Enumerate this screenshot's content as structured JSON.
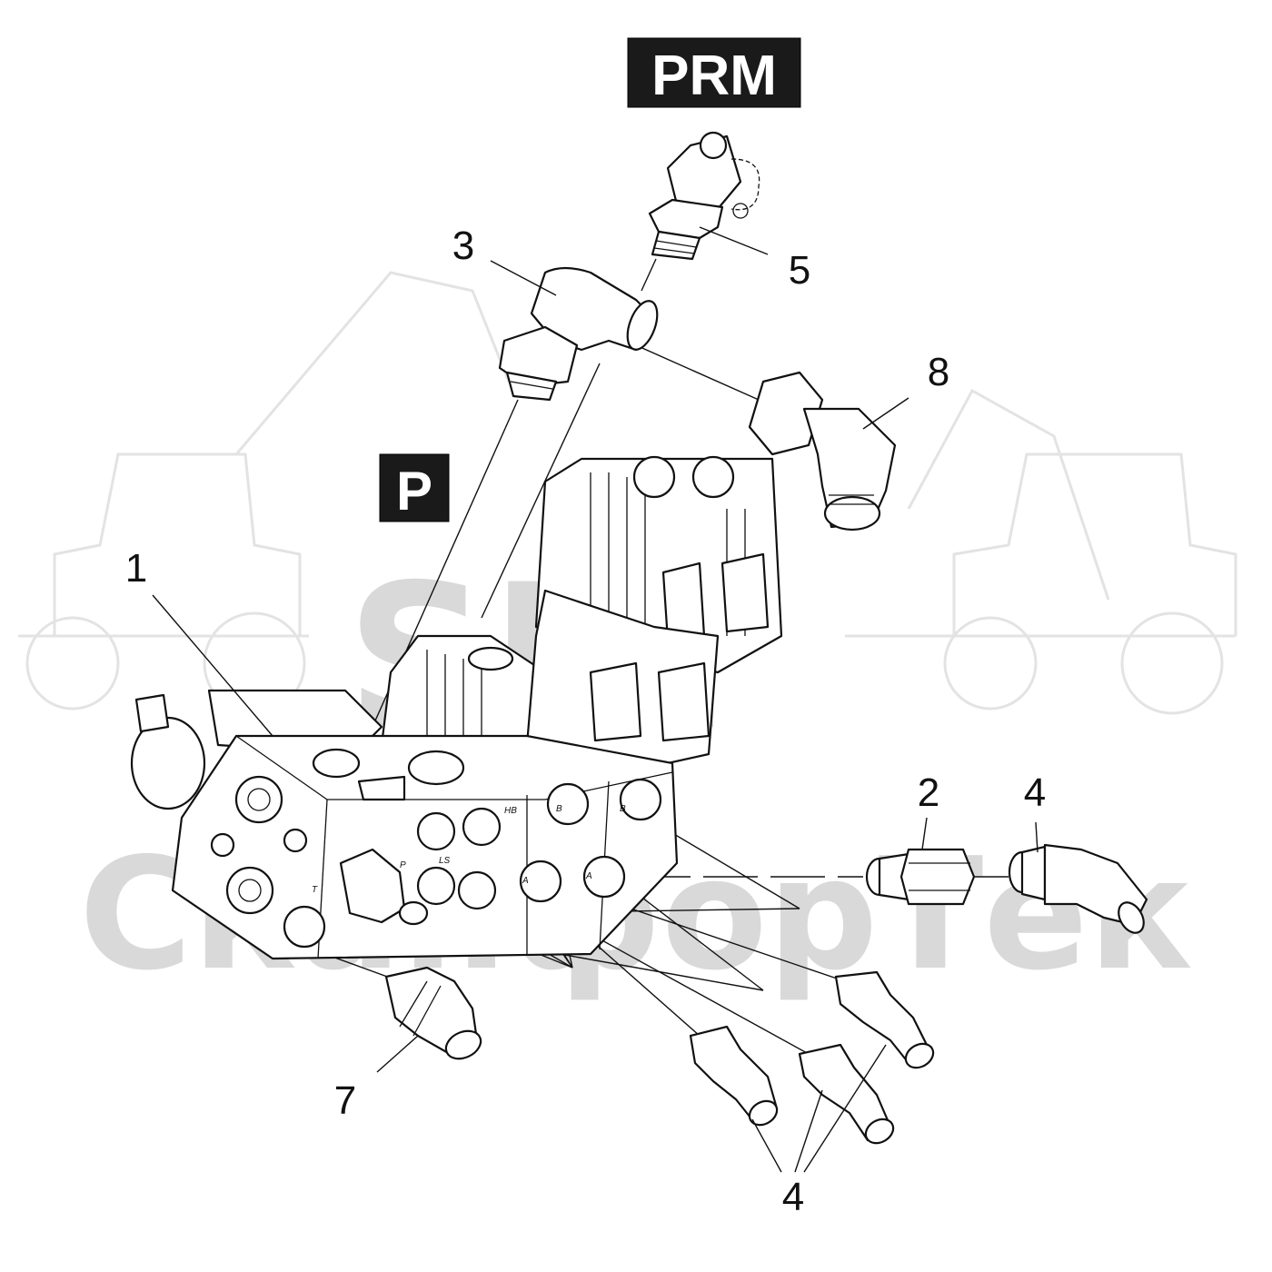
{
  "watermark": {
    "line1": "SFT",
    "line2": "СканфорТек"
  },
  "tags": {
    "prm": "PRM",
    "p": "P"
  },
  "callouts": {
    "c1": "1",
    "c2": "2",
    "c3": "3",
    "c4_top": "4",
    "c4_bottom": "4",
    "c5": "5",
    "c7": "7",
    "c8": "8"
  },
  "port_labels": {
    "t": "T",
    "p": "P",
    "ls": "LS",
    "hb": "HB",
    "b1": "B",
    "b2": "B",
    "a1": "A",
    "a2": "A"
  },
  "colors": {
    "ink": "#111111",
    "watermark": "#d9d9d9",
    "tag_fill": "#1a1a1a"
  }
}
